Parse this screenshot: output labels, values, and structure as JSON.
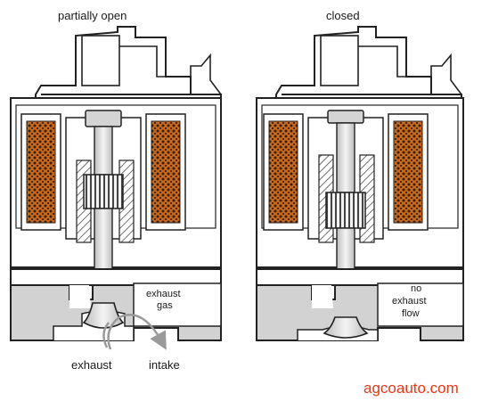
{
  "panels": [
    {
      "title": "partially open",
      "gas_label": [
        "exhaust",
        "gas"
      ]
    },
    {
      "title": "closed",
      "gas_label": [
        "no",
        "exhaust",
        "flow"
      ]
    }
  ],
  "ports": {
    "left": "exhaust",
    "right": "intake"
  },
  "brand": {
    "text": "agcoauto.com",
    "color": "#e8381a"
  },
  "colors": {
    "coil": "#c86a1e",
    "coil_dark": "#3a1e08",
    "body": "#ffffff",
    "metal_light": "#e6e6e6",
    "metal": "#c4c4c4",
    "base": "#d2d2d2",
    "outline": "#222222",
    "arrow": "#9a9a9a"
  }
}
